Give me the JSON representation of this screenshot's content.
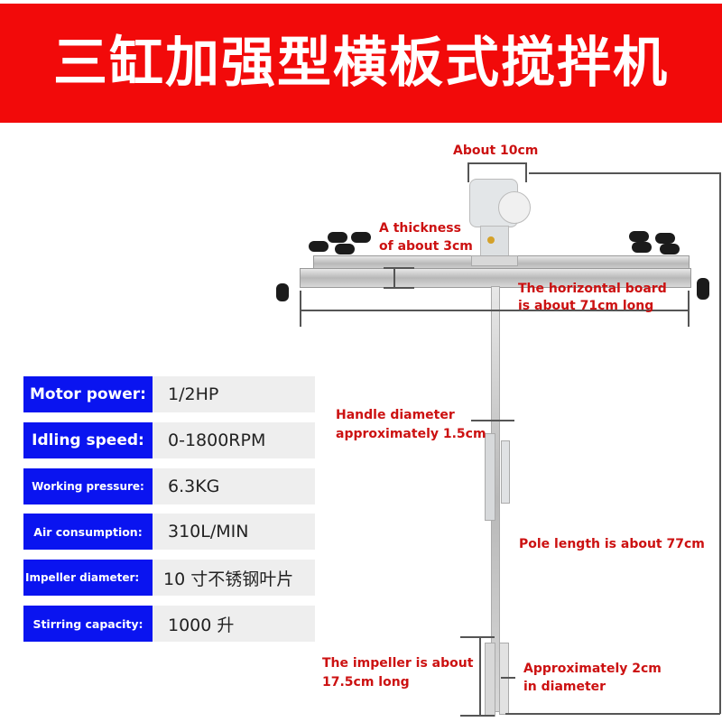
{
  "header": {
    "title": "三缸加强型横板式搅拌机",
    "background_color": "#f20a0a"
  },
  "specs": [
    {
      "label": "Motor power:",
      "value": "1/2HP"
    },
    {
      "label": "Idling speed:",
      "value": "0-1800RPM"
    },
    {
      "label": "Working pressure:",
      "value": "6.3KG"
    },
    {
      "label": "Air consumption:",
      "value": "310L/MIN"
    },
    {
      "label": "Impeller diameter:",
      "value": "10 寸不锈钢叶片"
    },
    {
      "label": "Stirring capacity:",
      "value": "1000 升"
    }
  ],
  "spec_colors": {
    "label_bg": "#0a14f0",
    "value_bg": "#eeeeee"
  },
  "annotations": {
    "motor_width": "About 10cm",
    "thickness_line1": "A thickness",
    "thickness_line2": "of about 3cm",
    "board_line1": "The horizontal board",
    "board_line2": "is about 71cm long",
    "handle_line1": "Handle diameter",
    "handle_line2": "approximately 1.5cm",
    "pole_length": "Pole length is about 77cm",
    "impeller_line1": "The impeller is about",
    "impeller_line2": "17.5cm long",
    "blade_line1": "Approximately 2cm",
    "blade_line2": "in diameter",
    "color": "#cc1111"
  }
}
